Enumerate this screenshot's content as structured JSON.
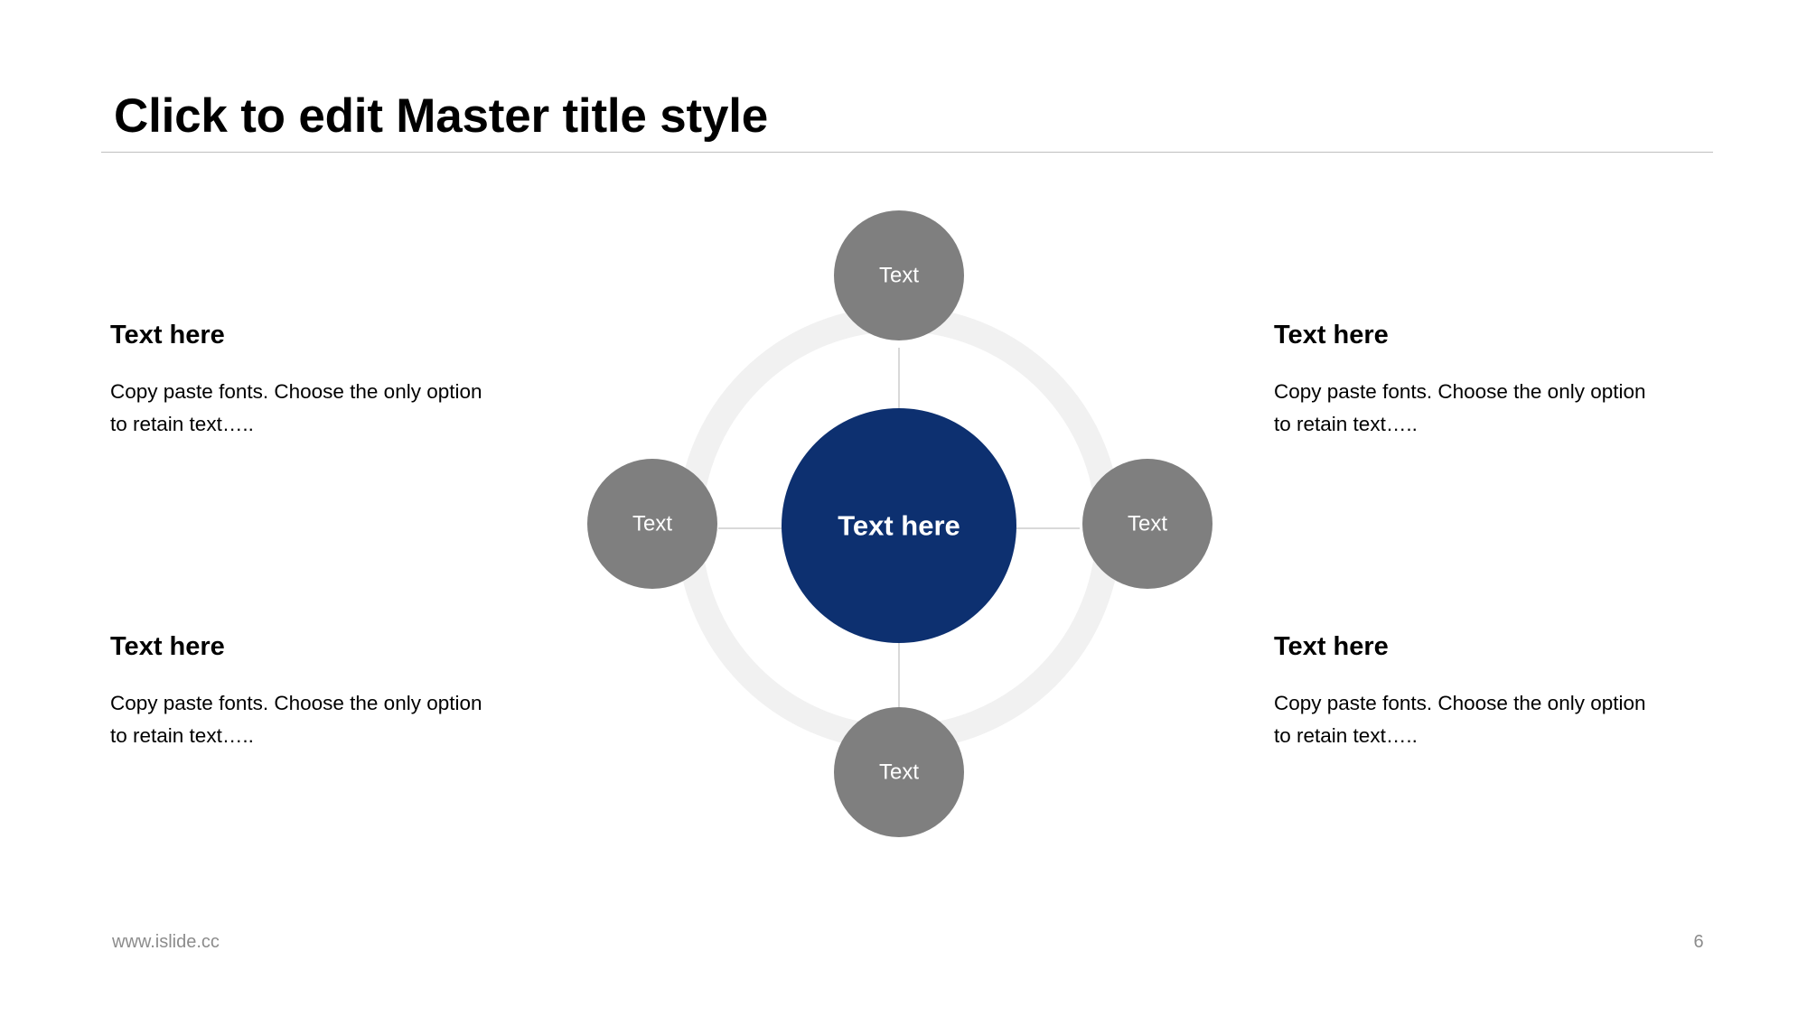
{
  "slide": {
    "title": "Click to edit Master title style",
    "accent_navy": "#0d3070",
    "accent_gray": "#7f7f7f",
    "ring_color": "#f1f1f1",
    "rule_color": "#bfbfbf"
  },
  "blocks": [
    {
      "position": "top-left",
      "heading": "Text here",
      "body_line1": "Copy paste fonts. Choose the only option",
      "body_line2": "to retain text….."
    },
    {
      "position": "bottom-left",
      "heading": "Text here",
      "body_line1": "Copy paste fonts. Choose the only option",
      "body_line2": "to retain text….."
    },
    {
      "position": "top-right",
      "heading": "Text here",
      "body_line1": "Copy paste fonts. Choose the only option",
      "body_line2": "to retain text….."
    },
    {
      "position": "bottom-right",
      "heading": "Text here",
      "body_line1": "Copy paste fonts. Choose the only option",
      "body_line2": "to retain text….."
    }
  ],
  "diagram": {
    "hub_label": "Text here",
    "nodes": [
      {
        "position": "top",
        "label": "Text"
      },
      {
        "position": "right",
        "label": "Text"
      },
      {
        "position": "bottom",
        "label": "Text"
      },
      {
        "position": "left",
        "label": "Text"
      }
    ]
  },
  "footer": {
    "url": "www.islide.cc",
    "page_number": "6"
  }
}
